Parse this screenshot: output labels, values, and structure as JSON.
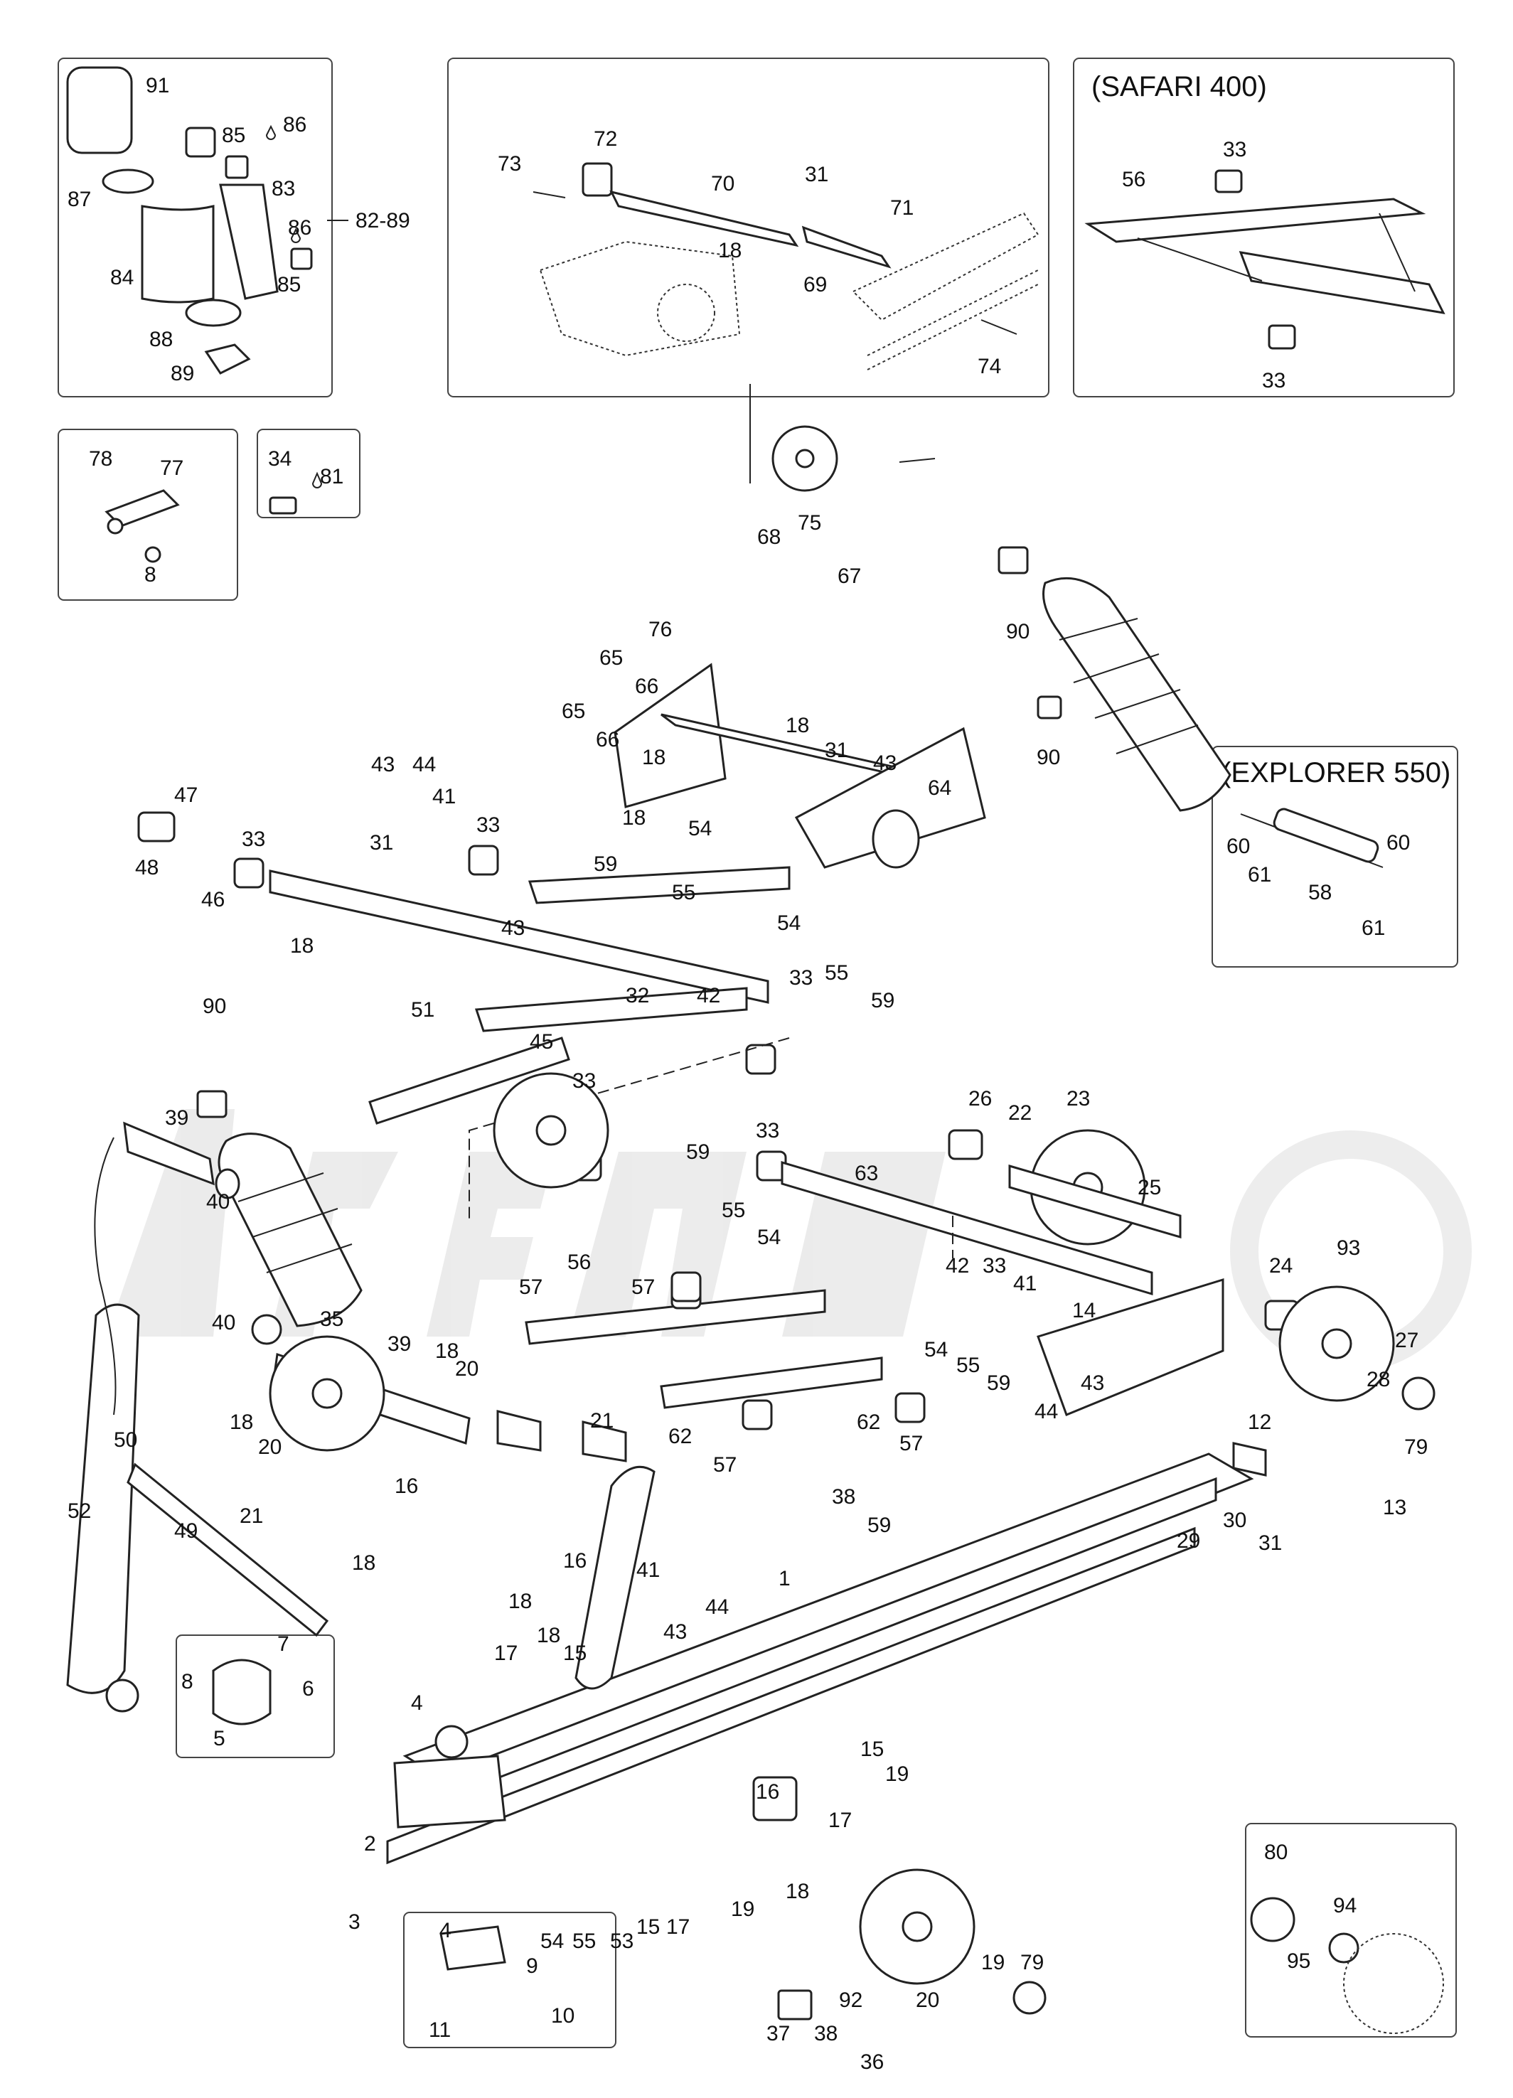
{
  "inset_titles": {
    "safari": "(SAFARI 400)",
    "explorer": "(EXPLORER 550)"
  },
  "callouts": {
    "shock_kit": {
      "p91": "91",
      "p85a": "85",
      "p86a": "86",
      "p87": "87",
      "p83": "83",
      "range": "82-89",
      "p86b": "86",
      "p84": "84",
      "p85b": "85",
      "p88": "88",
      "p89": "89"
    },
    "front_arm_top": {
      "p72": "72",
      "p73": "73",
      "p70": "70",
      "p31": "31",
      "p71": "71",
      "p18": "18",
      "p69": "69",
      "p74": "74"
    },
    "safari": {
      "p33a": "33",
      "p56": "56",
      "p33b": "33"
    },
    "stopper": {
      "p78": "78",
      "p77": "77",
      "p8": "8"
    },
    "grease": {
      "p34": "34",
      "p81": "81"
    },
    "explorer": {
      "p60a": "60",
      "p61a": "61",
      "p58": "58",
      "p60b": "60",
      "p61b": "61"
    },
    "front_bracket": {
      "p68": "68",
      "p75": "75",
      "p67": "67",
      "p76": "76",
      "p65a": "65",
      "p66a": "66",
      "p65b": "65",
      "p66b": "66",
      "p18a": "18",
      "p18b": "18",
      "p31": "31",
      "p43": "43",
      "p64": "64",
      "p18c": "18",
      "p54a": "54",
      "p59a": "59",
      "p55a": "55",
      "p54b": "54",
      "p55b": "55",
      "p59b": "59"
    },
    "rear_shock_top": {
      "p90a": "90",
      "p90b": "90"
    },
    "front_arm": {
      "p43a": "43",
      "p44": "44",
      "p47": "47",
      "p41": "41",
      "p33a": "33",
      "p33b": "33",
      "p48": "48",
      "p46": "46",
      "p31": "31",
      "p43b": "43",
      "p18": "18",
      "p51": "51",
      "p32": "32",
      "p42": "42",
      "p33c": "33",
      "p45": "45",
      "p33d": "33"
    },
    "front_shock": {
      "p90": "90",
      "p39": "39",
      "p40a": "40",
      "p40b": "40",
      "p35": "35",
      "p39b": "39",
      "p50": "50",
      "p52": "52",
      "p49": "49"
    },
    "rear_arm": {
      "p59a": "59",
      "p33": "33",
      "p63": "63",
      "p55a": "55",
      "p54a": "54",
      "p56": "56",
      "p57a": "57",
      "p57b": "57",
      "p42": "42",
      "p33b": "33",
      "p41": "41",
      "p54b": "54",
      "p55b": "55",
      "p59b": "59",
      "p62a": "62",
      "p62b": "62",
      "p57c": "57",
      "p57d": "57",
      "p38": "38",
      "p59c": "59"
    },
    "wheels": {
      "p26": "26",
      "p22": "22",
      "p23": "23",
      "p25": "25",
      "p24": "24",
      "p93": "93",
      "p14": "14",
      "p27": "27",
      "p28": "28",
      "p79a": "79",
      "p43": "43",
      "p44": "44",
      "p12": "12",
      "p13": "13",
      "p29": "29",
      "p30": "30",
      "p31": "31",
      "p18a": "18",
      "p20a": "20",
      "p21a": "21",
      "p18b": "18",
      "p20b": "20",
      "p21b": "21",
      "p16a": "16",
      "p18c": "18",
      "p16b": "16",
      "p41": "41",
      "p44b": "44",
      "p1": "1",
      "p18d": "18",
      "p43b": "43"
    },
    "rail": {
      "p7": "7",
      "p8": "8",
      "p6": "6",
      "p5": "5",
      "p4": "4",
      "p17a": "17",
      "p18a": "18",
      "p15a": "15",
      "p2": "2",
      "p3": "3",
      "p15b": "15",
      "p19a": "19",
      "p16": "16",
      "p17b": "17",
      "p54": "54",
      "p55": "55",
      "p53": "53",
      "p15c": "15",
      "p17c": "17",
      "p19b": "19",
      "p18b": "18",
      "p92": "92",
      "p20": "20",
      "p19c": "19",
      "p79": "79",
      "p37": "37",
      "p38": "38",
      "p36": "36",
      "p4b": "4",
      "p9": "9",
      "p10": "10",
      "p11": "11"
    },
    "idler_insert": {
      "p80": "80",
      "p94": "94",
      "p95": "95"
    }
  }
}
